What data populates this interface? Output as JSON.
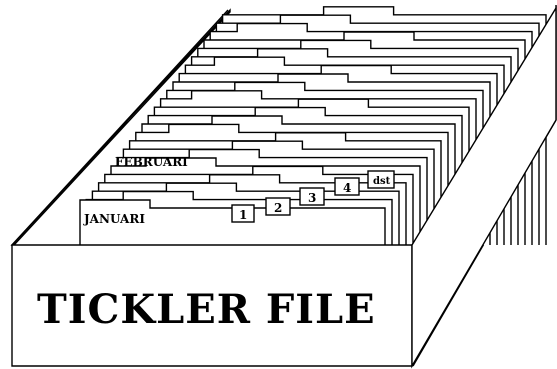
{
  "box": {
    "label": "TICKLER FILE"
  },
  "tabs": {
    "month_front": "JANUARI",
    "month_second": "FEBRUARI",
    "weeks": [
      "1",
      "2",
      "3",
      "4"
    ],
    "more": "dst"
  }
}
